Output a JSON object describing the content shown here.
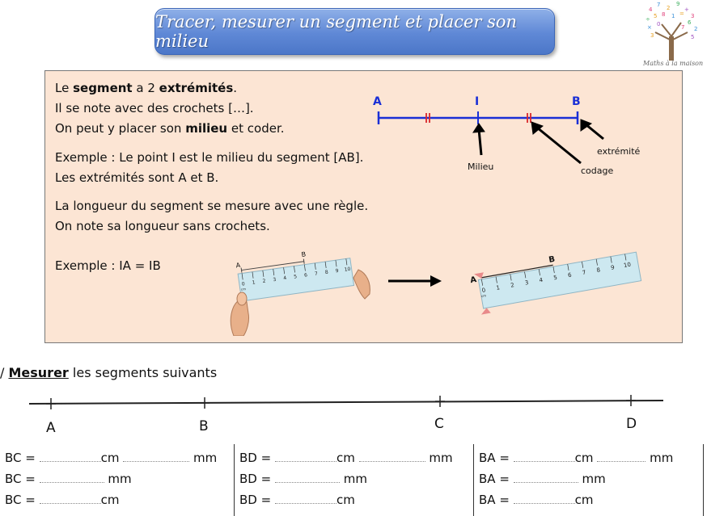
{
  "title": "Tracer, mesurer un segment et placer son milieu",
  "logo": {
    "icon": "tree-logo-icon",
    "text": "Maths à la maison"
  },
  "lesson": {
    "line1_pre": "Le ",
    "line1_b1": "segment",
    "line1_mid": " a 2 ",
    "line1_b2": "extrémités",
    "line1_post": ".",
    "line2": "Il se note avec des crochets […].",
    "line3_pre": "On peut y placer son ",
    "line3_b": "milieu",
    "line3_post": " et coder.",
    "line4": "Exemple : Le point I est le milieu du segment [AB].",
    "line5": "Les extrémités sont A et B.",
    "line6": "La longueur du segment se mesure avec une règle.",
    "line7": "On note sa longueur sans crochets.",
    "line8": "Exemple : IA = IB"
  },
  "diagram": {
    "point_a": "A",
    "point_i": "I",
    "point_b": "B",
    "label_milieu": "Milieu",
    "label_codage": "codage",
    "label_extremite": "extrémité",
    "line_color": "#1a2fd6",
    "mark_color": "#d9262a"
  },
  "ruler1": {
    "point_a": "A",
    "point_b": "B",
    "unit": "cm",
    "ticks": [
      "0",
      "1",
      "2",
      "3",
      "4",
      "5",
      "6",
      "7",
      "8",
      "9",
      "10"
    ]
  },
  "ruler2": {
    "point_a": "A",
    "point_b": "B",
    "unit": "cm",
    "ticks": [
      "0",
      "1",
      "2",
      "3",
      "4",
      "5",
      "6",
      "7",
      "8",
      "9",
      "10"
    ]
  },
  "exercise": {
    "prefix": "/ ",
    "verb": "Mesurer",
    "rest": " les segments suivants",
    "points": [
      "A",
      "B",
      "C",
      "D"
    ]
  },
  "answers": [
    {
      "rows": [
        {
          "label": "BC =",
          "unit1": "cm",
          "unit2": "mm"
        },
        {
          "label": "BC =",
          "unit1": "mm"
        },
        {
          "label": "BC =",
          "unit1": "cm"
        }
      ]
    },
    {
      "rows": [
        {
          "label": "BD =",
          "unit1": "cm",
          "unit2": "mm"
        },
        {
          "label": "BD =",
          "unit1": "mm"
        },
        {
          "label": "BD =",
          "unit1": "cm"
        }
      ]
    },
    {
      "rows": [
        {
          "label": "BA =",
          "unit1": "cm",
          "unit2": "mm"
        },
        {
          "label": "BA =",
          "unit1": "mm"
        },
        {
          "label": "BA =",
          "unit1": "cm"
        }
      ]
    }
  ]
}
